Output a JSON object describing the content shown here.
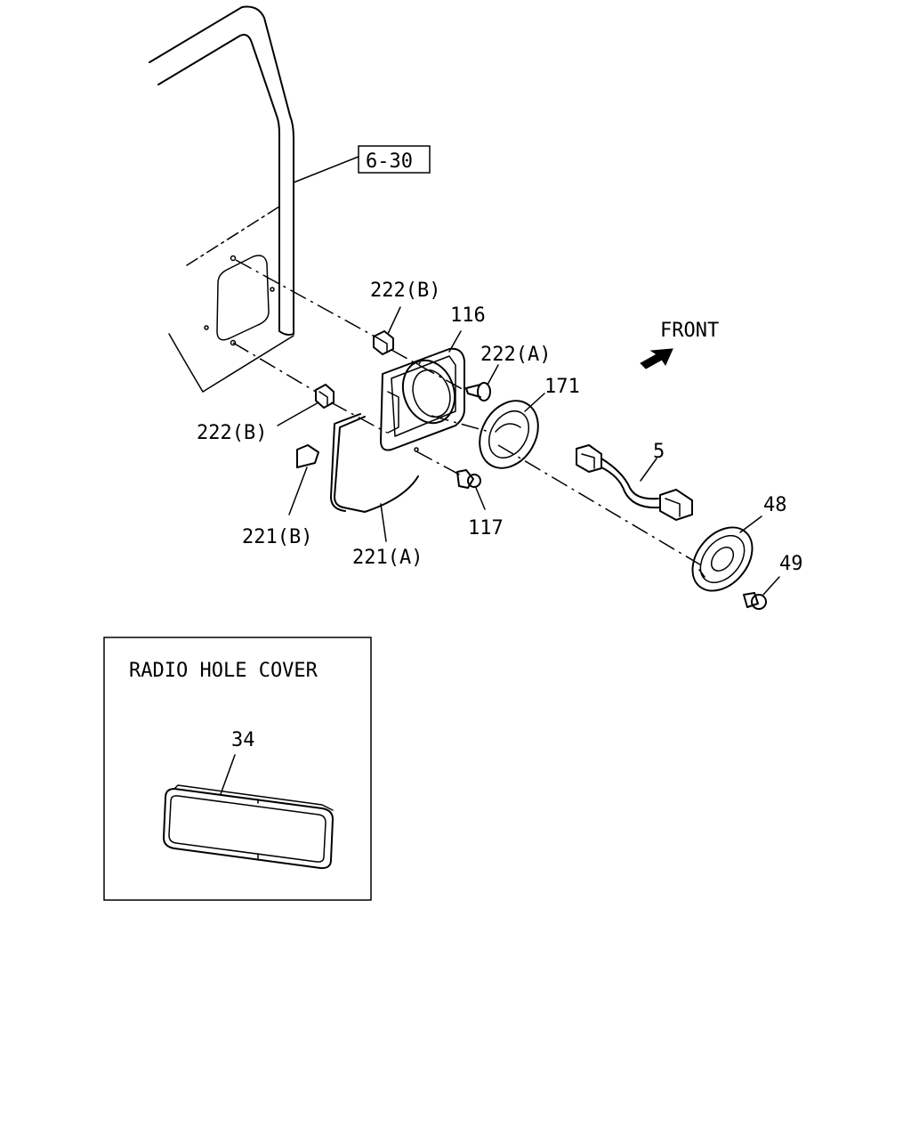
{
  "reference": "6-30",
  "direction": "FRONT",
  "inset_title": "RADIO HOLE COVER",
  "callouts": {
    "p222b_top": "222(B)",
    "p116": "116",
    "p222a": "222(A)",
    "p171": "171",
    "p222b_left": "222(B)",
    "p221b": "221(B)",
    "p221a": "221(A)",
    "p117": "117",
    "p5": "5",
    "p48": "48",
    "p49": "49",
    "p34": "34"
  },
  "icons": {
    "direction_arrow": "front-arrow-icon"
  }
}
